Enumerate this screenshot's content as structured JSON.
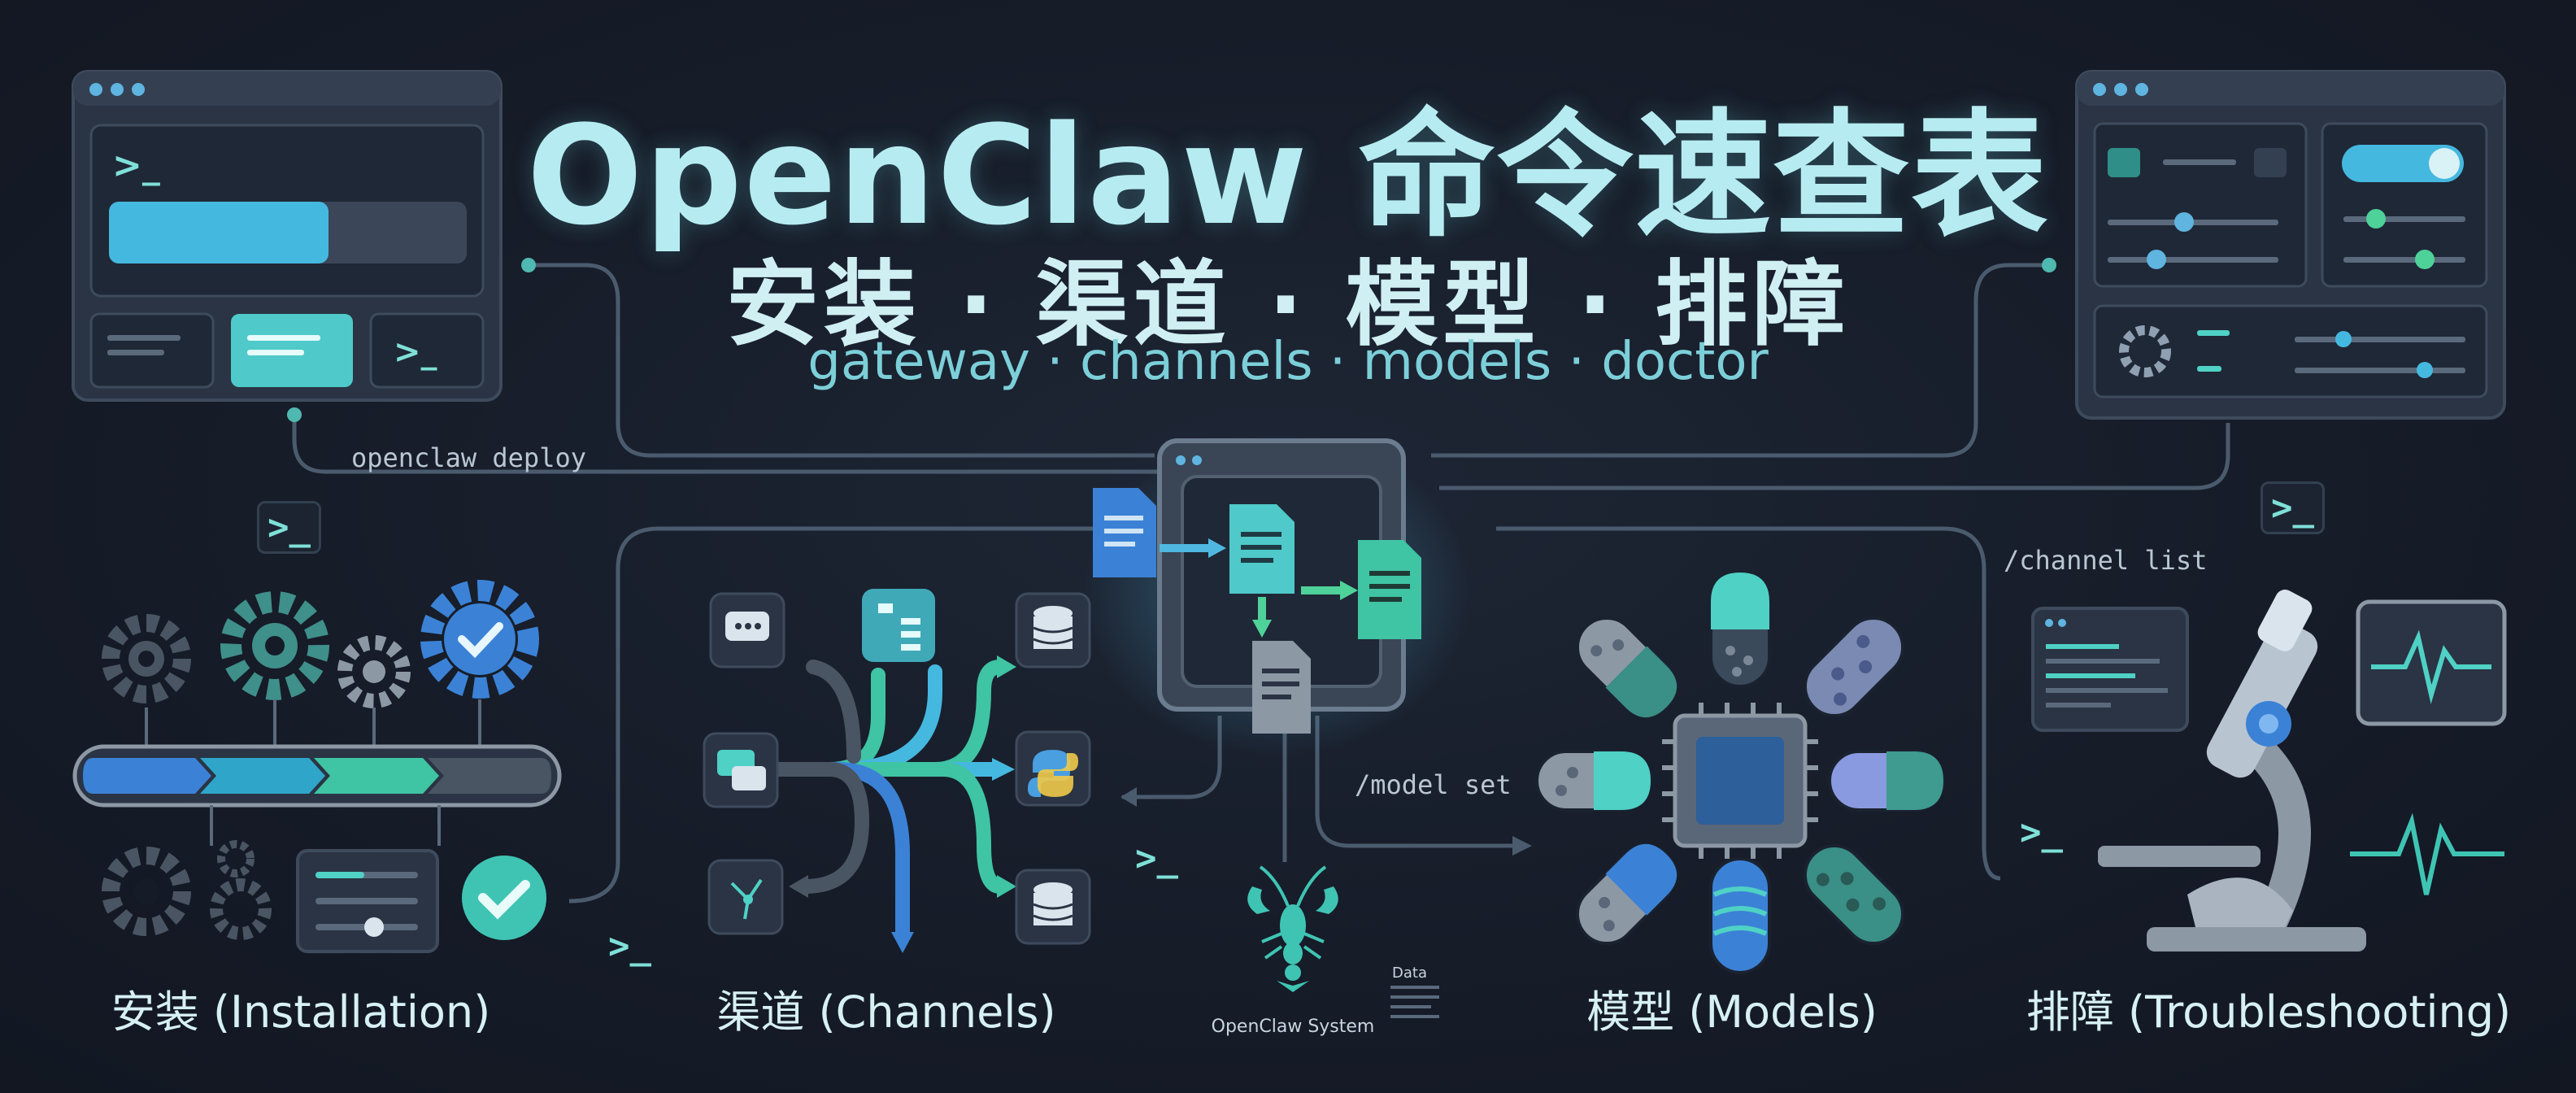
{
  "title": "OpenClaw 命令速查表",
  "subtitle": "安装 · 渠道 · 模型 · 排障",
  "tagline": "gateway · channels · models · doctor",
  "sections": [
    {
      "label": "安装 (Installation)"
    },
    {
      "label": "渠道 (Channels)"
    },
    {
      "label": "模型 (Models)"
    },
    {
      "label": "排障 (Troubleshooting)"
    }
  ],
  "commands": {
    "deploy": "openclaw deploy",
    "channel_list": "/channel list",
    "model_set": "/model set"
  },
  "center": {
    "system_label": "OpenClaw System",
    "data_label": "Data"
  },
  "prompt_glyph": ">_",
  "colors": {
    "background": "#151b27",
    "accent_teal": "#4fd1c5",
    "accent_blue": "#3b82d6",
    "accent_green": "#4fd19a",
    "panel": "#2a3444",
    "panel_border": "#3e4b5d"
  }
}
